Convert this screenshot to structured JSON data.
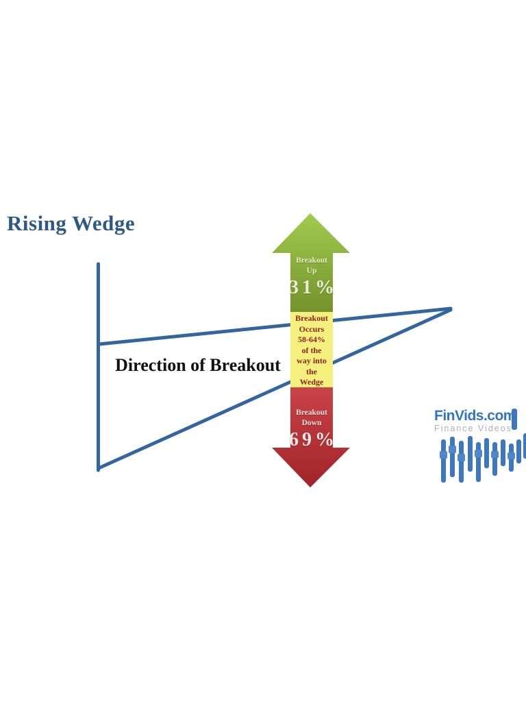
{
  "slide": {
    "title": "Rising Wedge",
    "direction_label": "Direction of Breakout"
  },
  "breakout": {
    "up": {
      "word1": "Breakout",
      "word2": "Up",
      "pct": "31%"
    },
    "occurrence": {
      "lines": [
        "Breakout",
        "Occurs",
        "58-64%",
        "of the",
        "way into",
        "the",
        "Wedge"
      ]
    },
    "down": {
      "word1": "Breakout",
      "word2": "Down",
      "pct": "69%"
    }
  },
  "logo": {
    "brand": "FinVids.com",
    "tagline": "Finance Videos"
  },
  "colors": {
    "title_text": "#2e5984",
    "wedge_line": "#33659f",
    "up_arrow_top": "#a1cc50",
    "up_arrow_bottom": "#74922b",
    "middle_box": "#f4f07e",
    "middle_text": "#8a231d",
    "down_arrow_top": "#c94348",
    "down_arrow_bottom": "#a02428",
    "up_text": "#e6ecca",
    "down_text": "#f0dedc",
    "logo_blue": "#2f74c8",
    "logo_gray": "#aab0b9"
  }
}
